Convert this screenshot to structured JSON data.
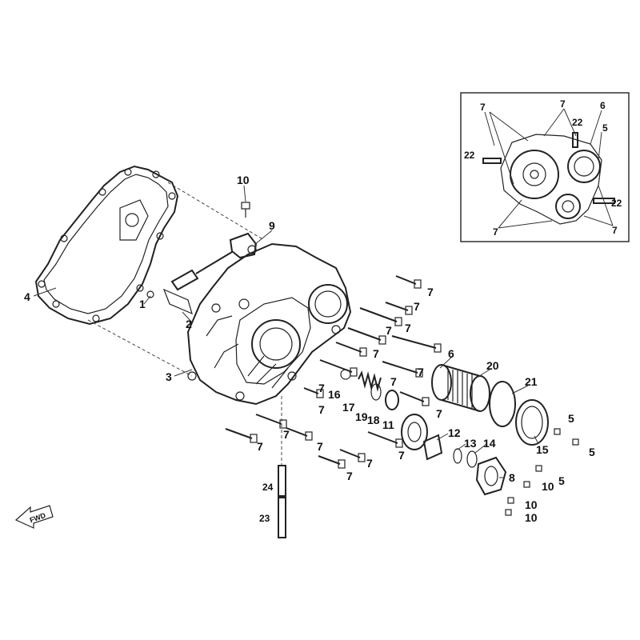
{
  "diagram": {
    "main_callouts": [
      {
        "id": "c4",
        "text": "4"
      },
      {
        "id": "c1",
        "text": "1"
      },
      {
        "id": "c2",
        "text": "2"
      },
      {
        "id": "c3",
        "text": "3"
      },
      {
        "id": "c10a",
        "text": "10"
      },
      {
        "id": "c9",
        "text": "9"
      },
      {
        "id": "c7a",
        "text": "7"
      },
      {
        "id": "c7b",
        "text": "7"
      },
      {
        "id": "c7c",
        "text": "7"
      },
      {
        "id": "c7d",
        "text": "7"
      },
      {
        "id": "c7e",
        "text": "7"
      },
      {
        "id": "c7f",
        "text": "7"
      },
      {
        "id": "c7g",
        "text": "7"
      },
      {
        "id": "c7h",
        "text": "7"
      },
      {
        "id": "c7i",
        "text": "7"
      },
      {
        "id": "c7j",
        "text": "7"
      },
      {
        "id": "c7k",
        "text": "7"
      },
      {
        "id": "c7l",
        "text": "7"
      },
      {
        "id": "c7m",
        "text": "7"
      },
      {
        "id": "c7n",
        "text": "7"
      },
      {
        "id": "c7o",
        "text": "7"
      },
      {
        "id": "c7p",
        "text": "7"
      },
      {
        "id": "c6",
        "text": "6"
      },
      {
        "id": "c20",
        "text": "20"
      },
      {
        "id": "c21",
        "text": "21"
      },
      {
        "id": "c16",
        "text": "16"
      },
      {
        "id": "c17",
        "text": "17"
      },
      {
        "id": "c19",
        "text": "19"
      },
      {
        "id": "c18",
        "text": "18"
      },
      {
        "id": "c11",
        "text": "11"
      },
      {
        "id": "c12",
        "text": "12"
      },
      {
        "id": "c13",
        "text": "13"
      },
      {
        "id": "c14",
        "text": "14"
      },
      {
        "id": "c15",
        "text": "15"
      },
      {
        "id": "c5a",
        "text": "5"
      },
      {
        "id": "c5b",
        "text": "5"
      },
      {
        "id": "c5c",
        "text": "5"
      },
      {
        "id": "c8",
        "text": "8"
      },
      {
        "id": "c10b",
        "text": "10"
      },
      {
        "id": "c10c",
        "text": "10"
      },
      {
        "id": "c10d",
        "text": "10"
      },
      {
        "id": "c24",
        "text": "24"
      },
      {
        "id": "c23",
        "text": "23"
      }
    ],
    "inset_callouts": [
      {
        "id": "i7a",
        "text": "7"
      },
      {
        "id": "i7b",
        "text": "7"
      },
      {
        "id": "i6",
        "text": "6"
      },
      {
        "id": "i22a",
        "text": "22"
      },
      {
        "id": "i5",
        "text": "5"
      },
      {
        "id": "i22b",
        "text": "22"
      },
      {
        "id": "i22c",
        "text": "22"
      },
      {
        "id": "i7c",
        "text": "7"
      },
      {
        "id": "i7d",
        "text": "7"
      }
    ],
    "fwd_badge": "FWD"
  }
}
